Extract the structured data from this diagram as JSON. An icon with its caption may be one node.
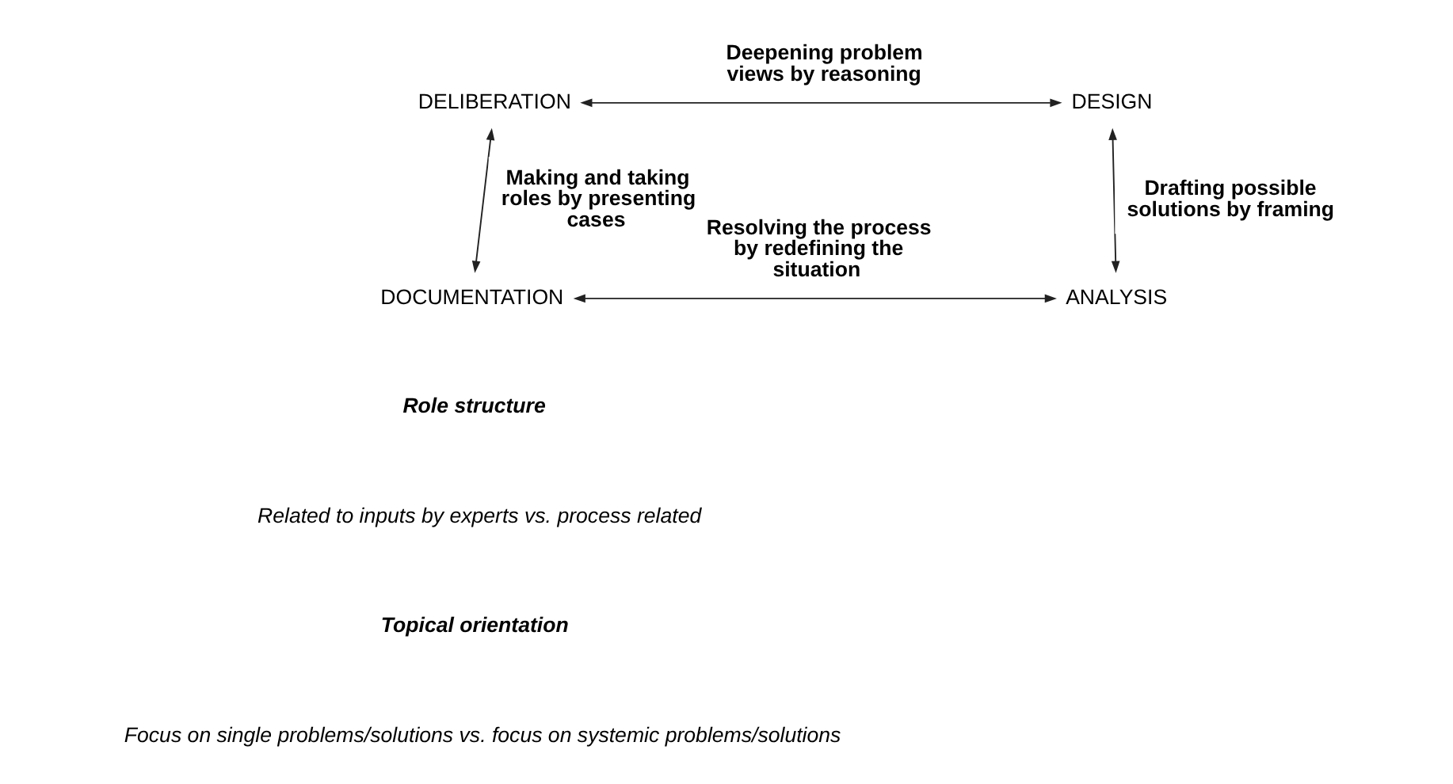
{
  "diagram": {
    "nodes": [
      {
        "text": [
          "DELIBERATION"
        ]
      },
      {
        "text": [
          "DESIGN"
        ]
      },
      {
        "text": [
          "DOCUMENTATION"
        ]
      },
      {
        "text": [
          "ANALYSIS"
        ]
      }
    ],
    "edges": [
      {
        "from": 0,
        "to": 1,
        "arrow": "both",
        "label": "Deepening problem views by reasoning"
      },
      {
        "from": 0,
        "to": 2,
        "arrow": "both",
        "label": "Making and taking roles by presenting cases"
      },
      {
        "from": 1,
        "to": 3,
        "arrow": "both",
        "label": "Drafting possible solutions by framing"
      },
      {
        "from": 2,
        "to": 3,
        "arrow": "both",
        "label": "Resolving the process by redefining the situation"
      }
    ],
    "labels": [
      "Role structure",
      "Related to inputs by experts vs. process related",
      "Topical orientation",
      "Focus on single problems/solutions vs. focus on systemic problems/solutions"
    ]
  }
}
